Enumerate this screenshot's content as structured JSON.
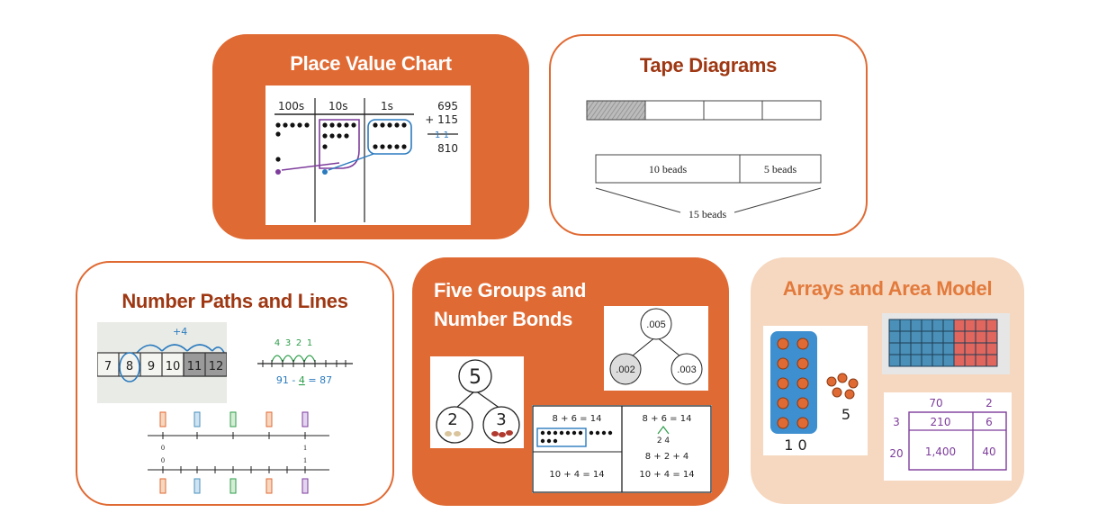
{
  "cards": {
    "place_value": {
      "title": "Place Value Chart",
      "headers": [
        "100s",
        "10s",
        "1s"
      ],
      "addend1": "695",
      "addend2": "+ 115",
      "carry": "1 1",
      "sum": "810"
    },
    "tape": {
      "title": "Tape Diagrams",
      "segment_a": "10 beads",
      "segment_b": "5 beads",
      "total": "15 beads"
    },
    "number_paths": {
      "title": "Number Paths and Lines",
      "jump": "+4",
      "path_cells": [
        "7",
        "8",
        "9",
        "10",
        "11",
        "12"
      ],
      "countdown": [
        "4",
        "3",
        "2",
        "1"
      ],
      "equation_left": "91 - ",
      "equation_sub": "4",
      "equation_right": " = 87",
      "zero": "0",
      "one": "1"
    },
    "five_groups": {
      "title_line1": "Five Groups and",
      "title_line2": "Number Bonds",
      "bond_whole": "5",
      "bond_part_a": "2",
      "bond_part_b": "3",
      "dec_whole": ".005",
      "dec_part_a": ".002",
      "dec_part_b": ".003",
      "eq_left_top": "8 + 6 = 14",
      "eq_left_bottom": "10 + 4 = 14",
      "eq_right_top": "8 + 6 = 14",
      "eq_right_split": "2  4",
      "eq_right_mid": "8 + 2 + 4",
      "eq_right_bottom": "10 + 4 = 14"
    },
    "arrays": {
      "title": "Arrays and Area Model",
      "counter_ten": "1 0",
      "counter_five": "5",
      "col_70": "70",
      "col_2": "2",
      "row_3": "3",
      "row_20": "20",
      "cell_210": "210",
      "cell_6": "6",
      "cell_1400": "1,400",
      "cell_40": "40"
    }
  },
  "colors": {
    "orange": "#E06A33",
    "title_brown": "#9E3712",
    "peach": "#F6D7BF",
    "peach_title": "#E27A3C",
    "array_blue": "#4A90B8",
    "array_red": "#E0665E",
    "purple": "#7D3C9B",
    "blue_ink": "#2B7BBF",
    "green_ink": "#2E9E4B"
  }
}
